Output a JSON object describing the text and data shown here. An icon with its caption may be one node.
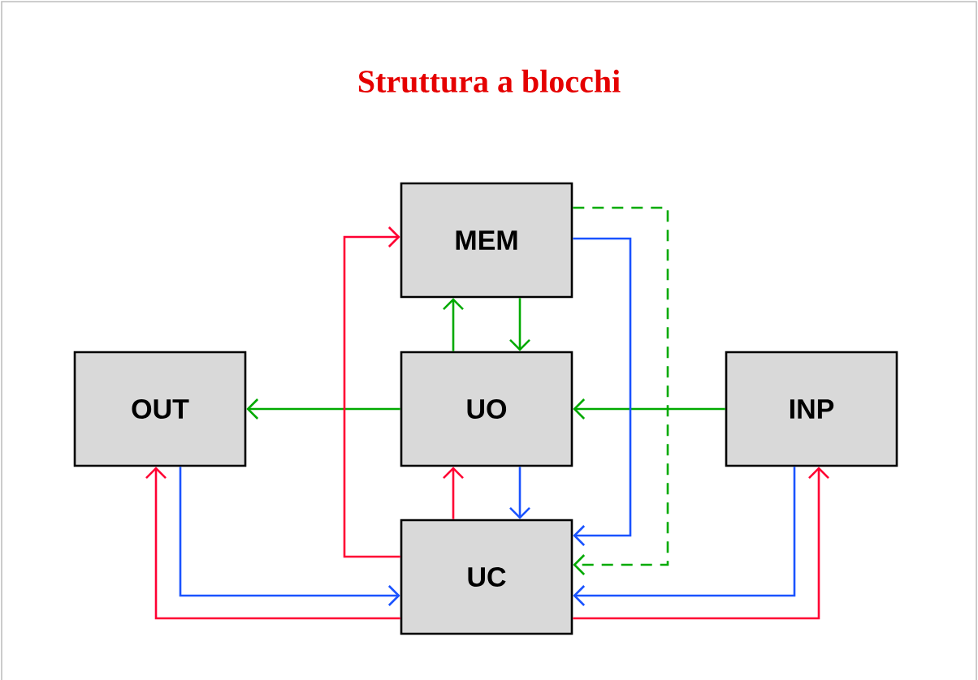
{
  "diagram": {
    "title": "Struttura a blocchi",
    "nodes": [
      {
        "text": [
          "MEM"
        ]
      },
      {
        "text": [
          "OUT"
        ]
      },
      {
        "text": [
          "UO"
        ]
      },
      {
        "text": [
          "INP"
        ]
      },
      {
        "text": [
          "UC"
        ]
      }
    ],
    "edges": [
      {
        "from": 2,
        "to": 0,
        "arrow": "to"
      },
      {
        "from": 0,
        "to": 2,
        "arrow": "to"
      },
      {
        "from": 2,
        "to": 1,
        "arrow": "to"
      },
      {
        "from": 3,
        "to": 2,
        "arrow": "to"
      },
      {
        "from": 0,
        "to": 4,
        "arrow": "to",
        "style": "dashed"
      },
      {
        "from": 0,
        "to": 4,
        "arrow": "to",
        "color": "#1a53ff"
      },
      {
        "from": 2,
        "to": 4,
        "arrow": "to",
        "color": "#1a53ff"
      },
      {
        "from": 4,
        "to": 2,
        "arrow": "to",
        "color": "#ff0033"
      },
      {
        "from": 4,
        "to": 0,
        "arrow": "to",
        "color": "#ff0033"
      },
      {
        "from": 1,
        "to": 4,
        "arrow": "to",
        "color": "#1a53ff"
      },
      {
        "from": 4,
        "to": 1,
        "arrow": "to",
        "color": "#ff0033"
      },
      {
        "from": 3,
        "to": 4,
        "arrow": "to",
        "color": "#1a53ff"
      },
      {
        "from": 4,
        "to": 3,
        "arrow": "to",
        "color": "#ff0033"
      }
    ]
  }
}
